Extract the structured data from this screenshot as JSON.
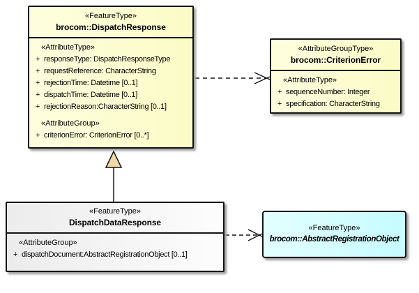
{
  "colors": {
    "box-yellow": "#fbfbc6",
    "box-yellow-light": "#fefede",
    "box-white": "#ececec",
    "box-white-light": "#fdfdfd",
    "box-cyan": "#c5fbff",
    "box-cyan-light": "#e3ffff",
    "border": "#141414",
    "shadow": "#9a9a9a",
    "triangle-fill": "#f0d8a8",
    "background": "#ffffff"
  },
  "symbols": {
    "plus": "+"
  },
  "boxes": {
    "dispatchResponse": {
      "stereotype": "«FeatureType»",
      "name": "brocom::DispatchResponse",
      "attrTypeLabel": "«AttributeType»",
      "attrGroupLabel": "«AttributeGroup»",
      "attributes": [
        "responseType: DispatchResponseType",
        "requestReference: CharacterString",
        "rejectionTime: Datetime [0..1]",
        "dispatchTime: Datetime [0..1]",
        "rejectionReason:CharacterString [0..1]"
      ],
      "groupAttributes": [
        "criterionError: CriterionError [0..*]"
      ]
    },
    "criterionError": {
      "stereotype": "«AttributeGroupType»",
      "name": "brocom::CriterionError",
      "attrTypeLabel": "«AttributeType»",
      "attributes": [
        "sequenceNumber: Integer",
        "specification: CharacterString"
      ]
    },
    "dispatchDataResponse": {
      "stereotype": "«FeatureType»",
      "name": "DispatchDataResponse",
      "attrGroupLabel": "«AttributeGroup»",
      "attributes": [
        "dispatchDocument:AbstractRegistrationObject [0..1]"
      ]
    },
    "abstractRegistrationObject": {
      "stereotype": "«FeatureType»",
      "name": "brocom::AbstractRegistrationObject"
    }
  },
  "relations": [
    {
      "type": "generalization",
      "from": "DispatchDataResponse",
      "to": "brocom::DispatchResponse"
    },
    {
      "type": "dependency",
      "from": "brocom::DispatchResponse",
      "to": "brocom::CriterionError"
    },
    {
      "type": "dependency",
      "from": "DispatchDataResponse",
      "to": "brocom::AbstractRegistrationObject"
    }
  ]
}
